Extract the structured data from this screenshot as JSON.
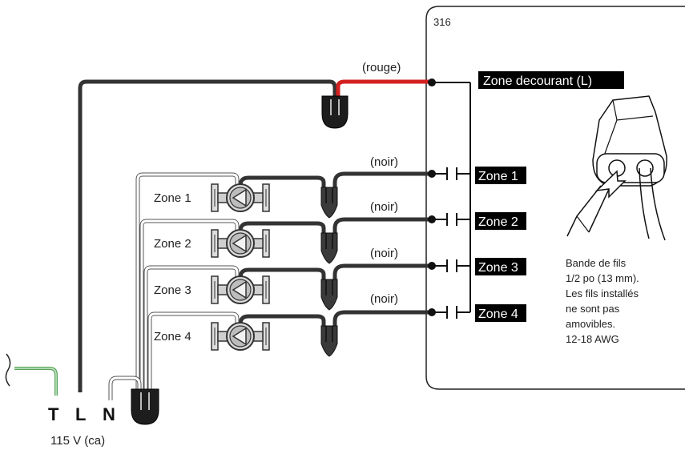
{
  "controller": {
    "model": "316",
    "zone_current_label": "Zone decourant (L)",
    "zone_labels": [
      "Zone 1",
      "Zone 2",
      "Zone 3",
      "Zone 4"
    ],
    "note_lines": [
      "Bande de fils",
      "1/2 po (13 mm).",
      "Les fils installés",
      "ne sont pas",
      "amovibles.",
      "12-18 AWG"
    ]
  },
  "wires": {
    "rouge": "(rouge)",
    "noir": "(noir)"
  },
  "pumps": {
    "labels": [
      "Zone 1",
      "Zone 2",
      "Zone 3",
      "Zone 4"
    ]
  },
  "supply": {
    "t": "T",
    "l": "L",
    "n": "N",
    "voltage": "115 V (ca)"
  },
  "colors": {
    "hot_wire": "#d32020",
    "ground_wire": "#5aa55a",
    "dark_wire": "#3a3a3a",
    "connector": "#2a2a2a",
    "label_bg": "#000000"
  }
}
